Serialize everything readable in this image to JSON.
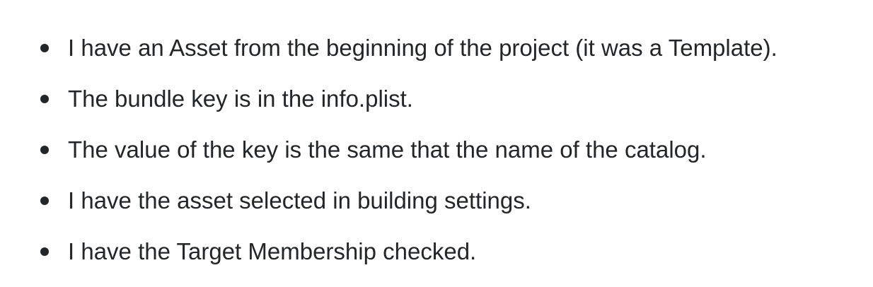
{
  "list": {
    "items": [
      {
        "text": "I have an Asset from the beginning of the project (it was a Template)."
      },
      {
        "text": "The bundle key is in the info.plist."
      },
      {
        "text": "The value of the key is the same that the name of the catalog."
      },
      {
        "text": "I have the asset selected in building settings."
      },
      {
        "text": "I have the Target Membership checked."
      }
    ]
  }
}
